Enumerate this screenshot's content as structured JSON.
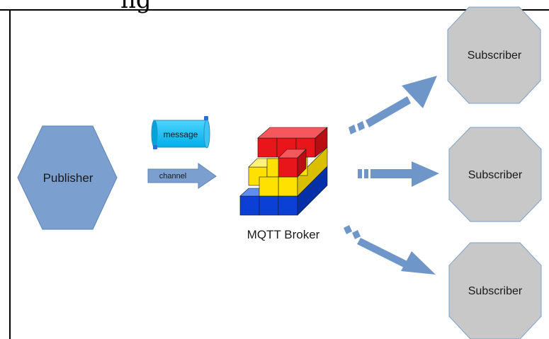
{
  "title_fragment": "ng",
  "publisher": {
    "label": "Publisher",
    "color": "#7b9fcf"
  },
  "message": {
    "label": "message",
    "color": "#00bfff"
  },
  "channel": {
    "label": "channel",
    "color": "#7b9fcf"
  },
  "broker": {
    "label": "MQTT Broker"
  },
  "subscribers": [
    {
      "label": "Subscriber"
    },
    {
      "label": "Subscriber"
    },
    {
      "label": "Subscriber"
    }
  ],
  "colors": {
    "subscriber_fill": "#c8c8c8",
    "subscriber_stroke": "#7b9fcf",
    "arrow": "#6f96c8",
    "cube_red": "#e8151b",
    "cube_yellow": "#ffe100",
    "cube_blue": "#0b3fd6"
  }
}
